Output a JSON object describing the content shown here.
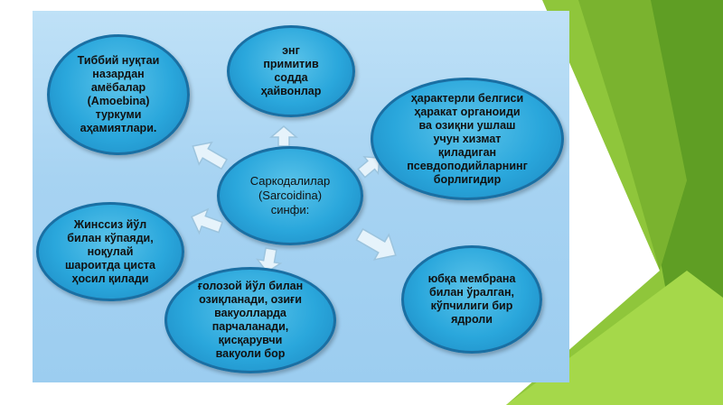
{
  "diagram": {
    "center": "Саркодалилар\n(Sarcoidina)\nсинфи:",
    "nodes": {
      "top": "энг\nпримитив\nсодда\nҳайвонлар",
      "top_left": "Тиббий нуқтаи\nназардан\nамёбалар\n(Amoebina)\nтуркуми\naҳамиятлари.",
      "top_right": "ҳарактерли белгиси\nҳаракат органоиди\nва озиқни ушлаш\nучун хизмат\nқиладиган\nпсевдоподийларнинг\nборлигидир",
      "left": "Жинссиз йўл\nбилан кўпаяди,\nноқулай\nшароитда циста\nҳосил қилади",
      "bottom": "ғолозой йўл билан\nозиқланади, озиғи\nвакуолларда\nпарчаланади,\nқисқарувчи\nвакуоли бор",
      "bottom_right": "юбқа мембрана\nбилан ўралган,\nкўпчилиги бир\nядроли"
    }
  },
  "colors": {
    "panel": "#a7d3f2",
    "node_fill": "#2aa7dc",
    "node_border": "#1a6fa3",
    "arrow_fill": "#e6f3fb",
    "arrow_stroke": "#9cc4de",
    "green_dark": "#4f8a1e",
    "green_light": "#9bd142"
  }
}
